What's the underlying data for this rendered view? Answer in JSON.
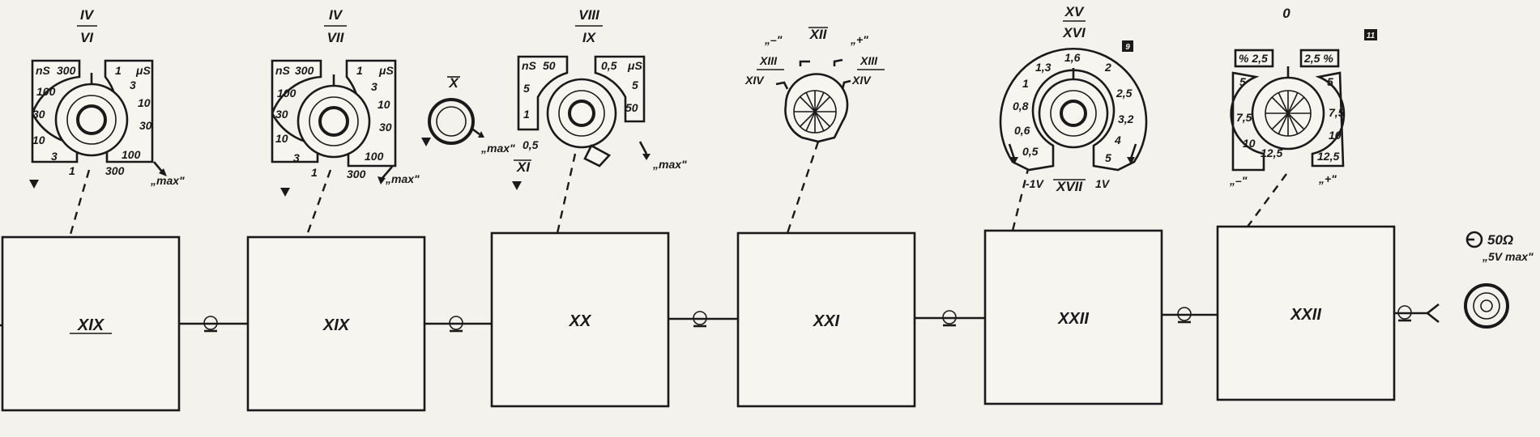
{
  "blocks": [
    {
      "label": "XIX"
    },
    {
      "label": "XIX"
    },
    {
      "label": "XX"
    },
    {
      "label": "XXI"
    },
    {
      "label": "XXII"
    },
    {
      "label": "XXII"
    }
  ],
  "dial1": {
    "header_top": "IV",
    "header_bottom": "VI",
    "left_unit": "nS",
    "right_unit": "μS",
    "left_scale": [
      "300",
      "100",
      "30",
      "10",
      "3",
      "1"
    ],
    "right_scale": [
      "1",
      "3",
      "10",
      "30",
      "100",
      "300"
    ],
    "max_label": "„max\""
  },
  "dial2": {
    "header_top": "IV",
    "header_bottom": "VII",
    "left_unit": "nS",
    "right_unit": "μS",
    "left_scale": [
      "300",
      "100",
      "30",
      "10",
      "3",
      "1"
    ],
    "right_scale": [
      "1",
      "3",
      "10",
      "30",
      "100",
      "300"
    ],
    "max_label": "„max\""
  },
  "ring": {
    "label": "X",
    "max_label": "„max\""
  },
  "dial3": {
    "header_top": "VIII",
    "header_bottom": "IX",
    "left_unit": "nS",
    "right_unit": "μS",
    "left_scale": [
      "50",
      "5",
      "1",
      "0,5"
    ],
    "right_scale": [
      "0,5",
      "5",
      "50"
    ],
    "sub_label": "XI",
    "max_label": "„max\""
  },
  "dial4": {
    "label_top": "XII",
    "left_top": "XIII",
    "left_bottom": "XIV",
    "right_top": "XIII",
    "right_bottom": "XIV",
    "left_sign": "„–\"",
    "right_sign": "„+\""
  },
  "dial5": {
    "header_top": "XV",
    "header_bottom": "XVI",
    "scale": [
      "0,5",
      "0,6",
      "0,8",
      "1",
      "1,3",
      "1,6",
      "2",
      "2,5",
      "3,2",
      "4",
      "5"
    ],
    "left_volt": "-1V",
    "right_volt": "1V",
    "bottom_label": "XVII",
    "badge": "9"
  },
  "dial6": {
    "top_value": "0",
    "left_header": "%  2,5",
    "right_header": "2,5  %",
    "left_scale": [
      "5",
      "7,5",
      "10",
      "12,5"
    ],
    "right_scale": [
      "5",
      "7,5",
      "10",
      "12,5"
    ],
    "minus_label": "„–\"",
    "plus_label": "„+\"",
    "badge": "11"
  },
  "output": {
    "impedance": "50Ω",
    "max_label": "„5V max\""
  }
}
